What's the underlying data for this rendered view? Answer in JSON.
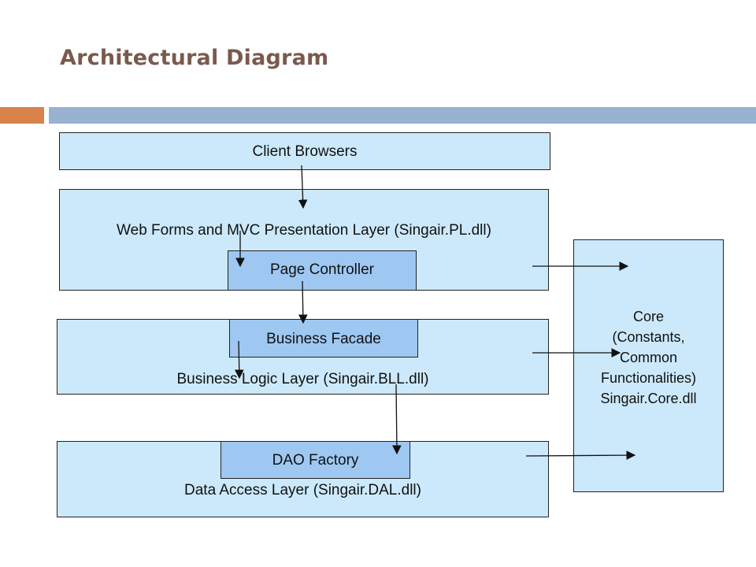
{
  "slide": {
    "title": "Architectural Diagram",
    "colors": {
      "title": "#7a5a4e",
      "accent": "#d9824a",
      "bar": "#97b3cf",
      "layer_fill": "#cce9fb",
      "component_fill": "#9ec8f2"
    }
  },
  "diagram": {
    "client_browsers": "Client Browsers",
    "presentation_layer": "Web Forms and MVC Presentation Layer (Singair.PL.dll)",
    "page_controller": "Page Controller",
    "business_facade": "Business Facade",
    "business_logic_layer": "Business Logic Layer (Singair.BLL.dll)",
    "dao_factory": "DAO Factory",
    "data_access_layer": "Data Access Layer (Singair.DAL.dll)",
    "core": {
      "line1": "Core",
      "line2": "(Constants,",
      "line3": "Common",
      "line4": "Functionalities)",
      "line5": "Singair.Core.dll"
    }
  }
}
